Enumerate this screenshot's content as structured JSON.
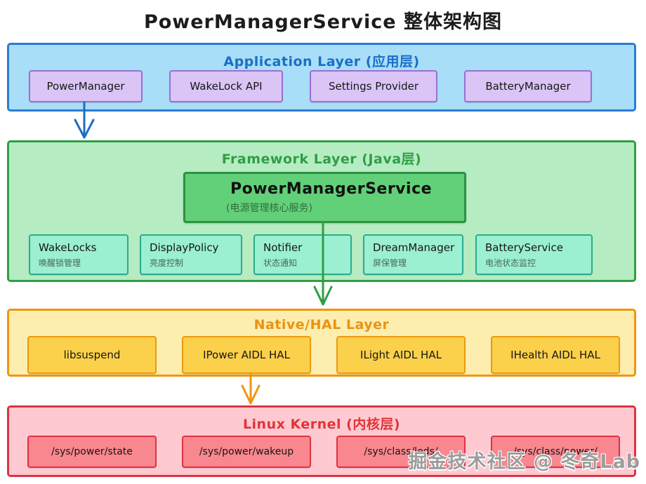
{
  "title": "PowerManagerService 整体架构图",
  "watermark": "掘金技术社区 @ 冬奇Lab",
  "colors": {
    "application_accent": "#1a6fc4",
    "framework_accent": "#2f9e44",
    "native_accent": "#ec9210",
    "kernel_accent": "#e13438"
  },
  "layers": {
    "application": {
      "title": "Application Layer (应用层)",
      "boxes": [
        {
          "label": "PowerManager"
        },
        {
          "label": "WakeLock API"
        },
        {
          "label": "Settings Provider"
        },
        {
          "label": "BatteryManager"
        }
      ]
    },
    "framework": {
      "title": "Framework Layer (Java层)",
      "main_box": {
        "label": "PowerManagerService",
        "sublabel": "(电源管理核心服务)"
      },
      "boxes": [
        {
          "label": "WakeLocks",
          "sublabel": "唤醒锁管理"
        },
        {
          "label": "DisplayPolicy",
          "sublabel": "亮度控制"
        },
        {
          "label": "Notifier",
          "sublabel": "状态通知"
        },
        {
          "label": "DreamManager",
          "sublabel": "屏保管理"
        },
        {
          "label": "BatteryService",
          "sublabel": "电池状态监控"
        }
      ]
    },
    "native": {
      "title": "Native/HAL Layer",
      "boxes": [
        {
          "label": "libsuspend"
        },
        {
          "label": "IPower AIDL HAL"
        },
        {
          "label": "ILight AIDL HAL"
        },
        {
          "label": "IHealth AIDL HAL"
        }
      ]
    },
    "kernel": {
      "title": "Linux Kernel (内核层)",
      "boxes": [
        {
          "label": "/sys/power/state"
        },
        {
          "label": "/sys/power/wakeup"
        },
        {
          "label": "/sys/class/leds/"
        },
        {
          "label": "/sys/class/power/"
        }
      ]
    }
  }
}
